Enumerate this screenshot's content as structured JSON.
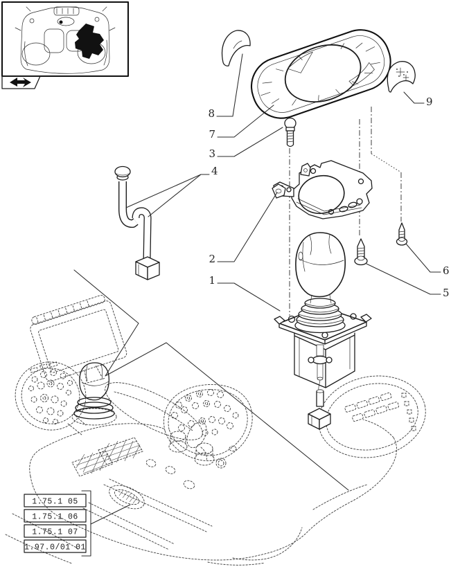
{
  "page": {
    "background": "#ffffff",
    "line_color": "#1c1c1c",
    "phantom_line_color": "#3a3a3a",
    "highlight_color": "#000000"
  },
  "callouts": {
    "item1": "1",
    "item2": "2",
    "item3": "3",
    "item4": "4",
    "item5": "5",
    "item6": "6",
    "item7": "7",
    "item8": "8",
    "item9": "9"
  },
  "reference_boxes": [
    "1.75.1 05",
    "1.75.1 06",
    "1.75.1 07",
    "1.97.0/01 01"
  ],
  "icons": {
    "location_arrow": "corner-arrow"
  }
}
